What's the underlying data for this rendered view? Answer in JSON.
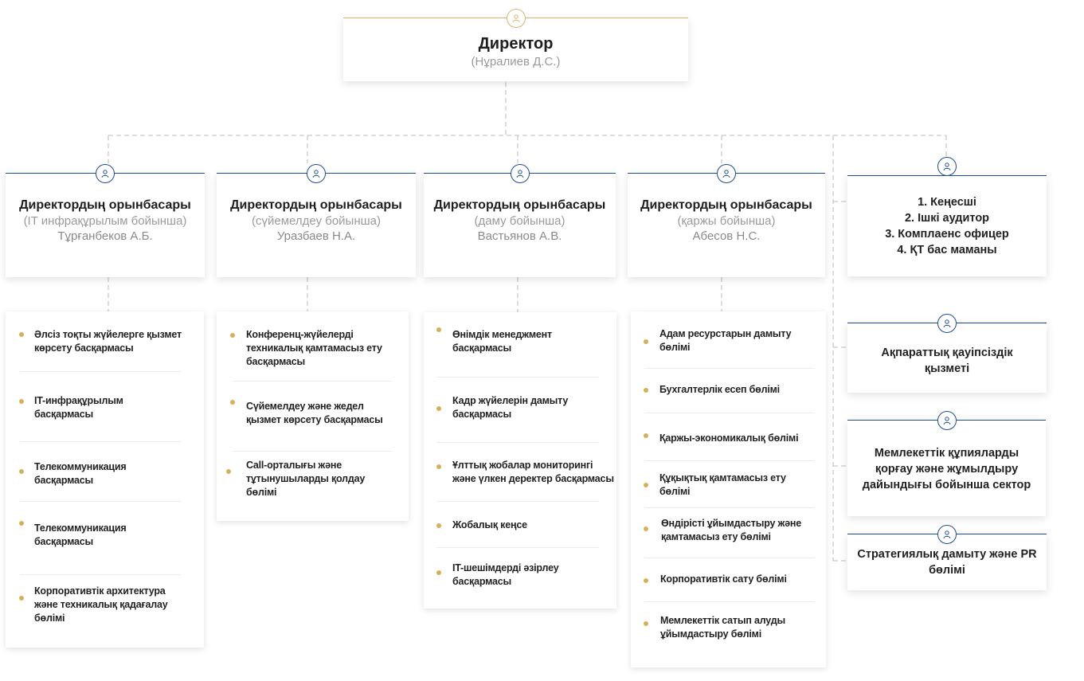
{
  "director": {
    "title": "Директор",
    "name": "(Нұралиев Д.С.)"
  },
  "deputies": [
    {
      "title": "Директордың орынбасары",
      "sub": "(IT инфрақұрылым бойынша)",
      "name": "Тұрғанбеков А.Б."
    },
    {
      "title": "Директордың орынбасары",
      "sub": "(сүйемелдеу бойынша)",
      "name": "Уразбаев Н.А."
    },
    {
      "title": "Директордың орынбасары",
      "sub": "(даму бойынша)",
      "name": "Вастьянов А.В."
    },
    {
      "title": "Директордың орынбасары",
      "sub": "(қаржы бойынша)",
      "name": "Абесов Н.С."
    }
  ],
  "council": {
    "items": [
      "1. Кеңесші",
      "2. Ішкі аудитор",
      "3. Комплаенс офицер",
      "4. ҚТ бас маманы"
    ]
  },
  "columns": [
    [
      "Әлсіз тоқты жүйелерге қызмет көрсету басқармасы",
      "IT-инфрақұрылым басқармасы",
      "Телекоммуникация басқармасы",
      "Телекоммуникация басқармасы",
      "Корпоративтік архитектура және техникалық қадағалау бөлімі"
    ],
    [
      "Конференц-жүйелерді техникалық қамтамасыз ету басқармасы",
      "Сүйемелдеу және жедел қызмет көрсету басқармасы",
      "Call-орталығы және тұтынушыларды қолдау бөлімі"
    ],
    [
      "Өнімдік менеджмент басқармасы",
      "Кадр жүйелерін дамыту басқармасы",
      "Ұлттық жобалар мониторингі және үлкен деректер басқармасы",
      "Жобалық кеңсе",
      "IT-шешімдерді әзірлеу басқармасы"
    ],
    [
      "Адам ресурстарын дамыту бөлімі",
      "Бухгалтерлік есеп бөлімі",
      "Қаржы-экономикалық бөлімі",
      "Құқықтық қамтамасыз ету бөлімі",
      "Өндірісті ұйымдастыру және қамтамасыз ету бөлімі",
      "Корпоративтік сату бөлімі",
      "Мемлекеттік сатып алуды ұйымдастыру бөлімі"
    ]
  ],
  "side_units": [
    {
      "title": "Ақпараттық қауіпсіздік қызметі"
    },
    {
      "title": "Мемлекеттік құпияларды қорғау және жұмылдыру дайындығы бойынша сектор"
    },
    {
      "title": "Стратегиялық дамыту және PR бөлімі"
    }
  ],
  "colors": {
    "accent_blue": "#1f4c8f",
    "accent_gold": "#d7b05c",
    "connector": "#c9c9c9"
  }
}
